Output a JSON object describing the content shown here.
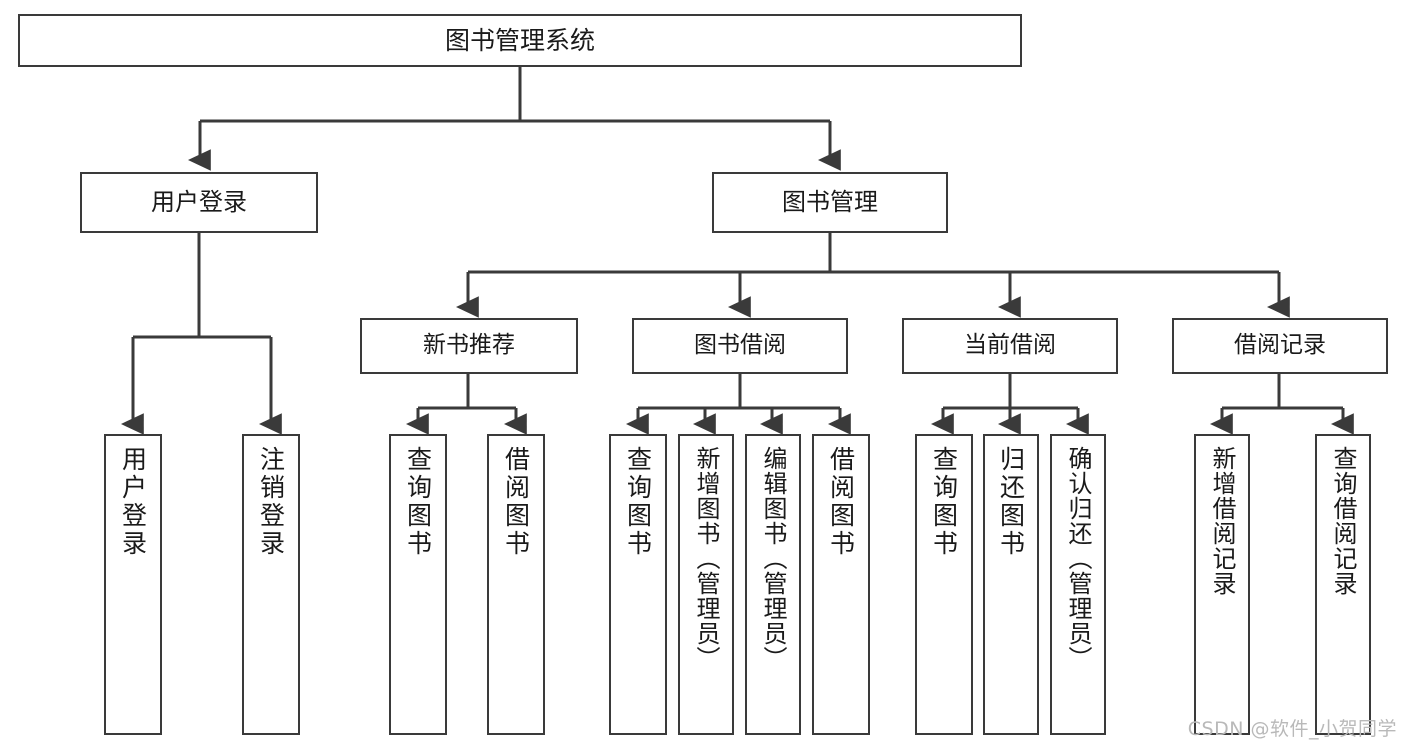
{
  "diagram": {
    "title": "图书管理系统",
    "type": "tree-hierarchy-chart",
    "stroke_color": "#3a3a3a",
    "fill_color": "#ffffff",
    "text_color": "#1a1a1a"
  },
  "nodes": {
    "root": {
      "label": "图书管理系统"
    },
    "level2": [
      {
        "label": "用户登录"
      },
      {
        "label": "图书管理"
      }
    ],
    "level3": [
      {
        "label": "新书推荐"
      },
      {
        "label": "图书借阅"
      },
      {
        "label": "当前借阅"
      },
      {
        "label": "借阅记录"
      }
    ],
    "leaves": [
      {
        "label": "用户登录"
      },
      {
        "label": "注销登录"
      },
      {
        "label": "查询图书"
      },
      {
        "label": "借阅图书"
      },
      {
        "label": "查询图书"
      },
      {
        "label": "新增图书（管理员）"
      },
      {
        "label": "编辑图书（管理员）"
      },
      {
        "label": "借阅图书"
      },
      {
        "label": "查询图书"
      },
      {
        "label": "归还图书"
      },
      {
        "label": "确认归还（管理员）"
      },
      {
        "label": "新增借阅记录"
      },
      {
        "label": "查询借阅记录"
      }
    ]
  },
  "watermark": {
    "text": "CSDN @软件_小贺同学"
  }
}
